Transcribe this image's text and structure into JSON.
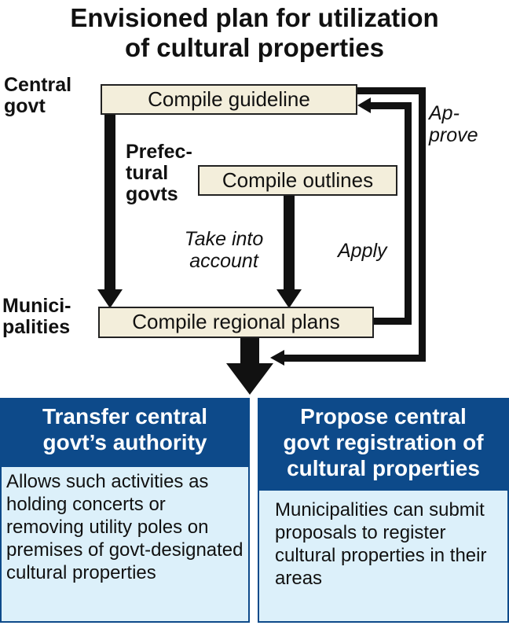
{
  "title": [
    "Envisioned plan for utilization",
    "of cultural properties"
  ],
  "levels": {
    "central": [
      "Central",
      "govt"
    ],
    "prefectural": [
      "Prefec-",
      "tural",
      "govts"
    ],
    "municipal": [
      "Munici-",
      "palities"
    ]
  },
  "boxes": {
    "guideline": "Compile guideline",
    "outlines": "Compile outlines",
    "regional": "Compile regional plans"
  },
  "arrow_labels": {
    "take_into_account": [
      "Take into",
      "account"
    ],
    "apply": "Apply",
    "approve": [
      "Ap-",
      "prove"
    ]
  },
  "panels": [
    {
      "heading": [
        "Transfer central",
        "govt’s authority"
      ],
      "body": "Allows such activities as holding concerts or removing utility poles on premises of govt-designated cultural properties"
    },
    {
      "heading": [
        "Propose central",
        "govt registration of",
        "cultural properties"
      ],
      "body": "Municipalities can submit proposals to register cultural properties in their areas"
    }
  ],
  "colors": {
    "panel_blue": "#0d4a8a",
    "panel_light": "#dcf0fa",
    "box_beige": "#f3eedb"
  }
}
